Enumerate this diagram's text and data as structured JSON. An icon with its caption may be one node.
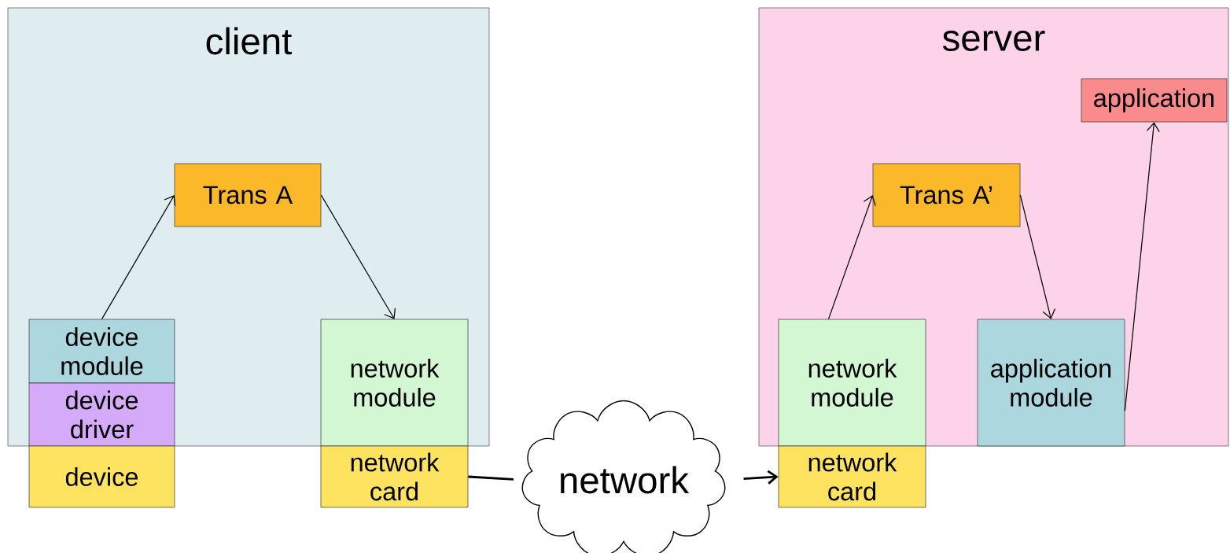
{
  "diagram": {
    "nodes": [
      {
        "text": [
          "client"
        ]
      },
      {
        "text": [
          "Trans A"
        ],
        "in": 0
      },
      {
        "text": [
          "device module"
        ],
        "in": 0
      },
      {
        "text": [
          "device driver"
        ],
        "in": 0
      },
      {
        "text": [
          "device"
        ]
      },
      {
        "text": [
          "network module"
        ],
        "in": 0
      },
      {
        "text": [
          "network card"
        ]
      },
      {
        "text": [
          "network"
        ]
      },
      {
        "text": [
          "server"
        ]
      },
      {
        "text": [
          "application"
        ],
        "in": 8
      },
      {
        "text": [
          "Trans A’"
        ],
        "in": 8
      },
      {
        "text": [
          "network module"
        ],
        "in": 8
      },
      {
        "text": [
          "application module"
        ],
        "in": 8
      },
      {
        "text": [
          "network card"
        ]
      }
    ],
    "edges": [
      {
        "from": 2,
        "to": 1,
        "arrow": "to"
      },
      {
        "from": 1,
        "to": 5,
        "arrow": "to"
      },
      {
        "from": 6,
        "to": 7,
        "arrow": "none"
      },
      {
        "from": 7,
        "to": 13,
        "arrow": "to"
      },
      {
        "from": 11,
        "to": 10,
        "arrow": "to"
      },
      {
        "from": 10,
        "to": 12,
        "arrow": "to"
      },
      {
        "from": 12,
        "to": 9,
        "arrow": "to"
      }
    ]
  }
}
